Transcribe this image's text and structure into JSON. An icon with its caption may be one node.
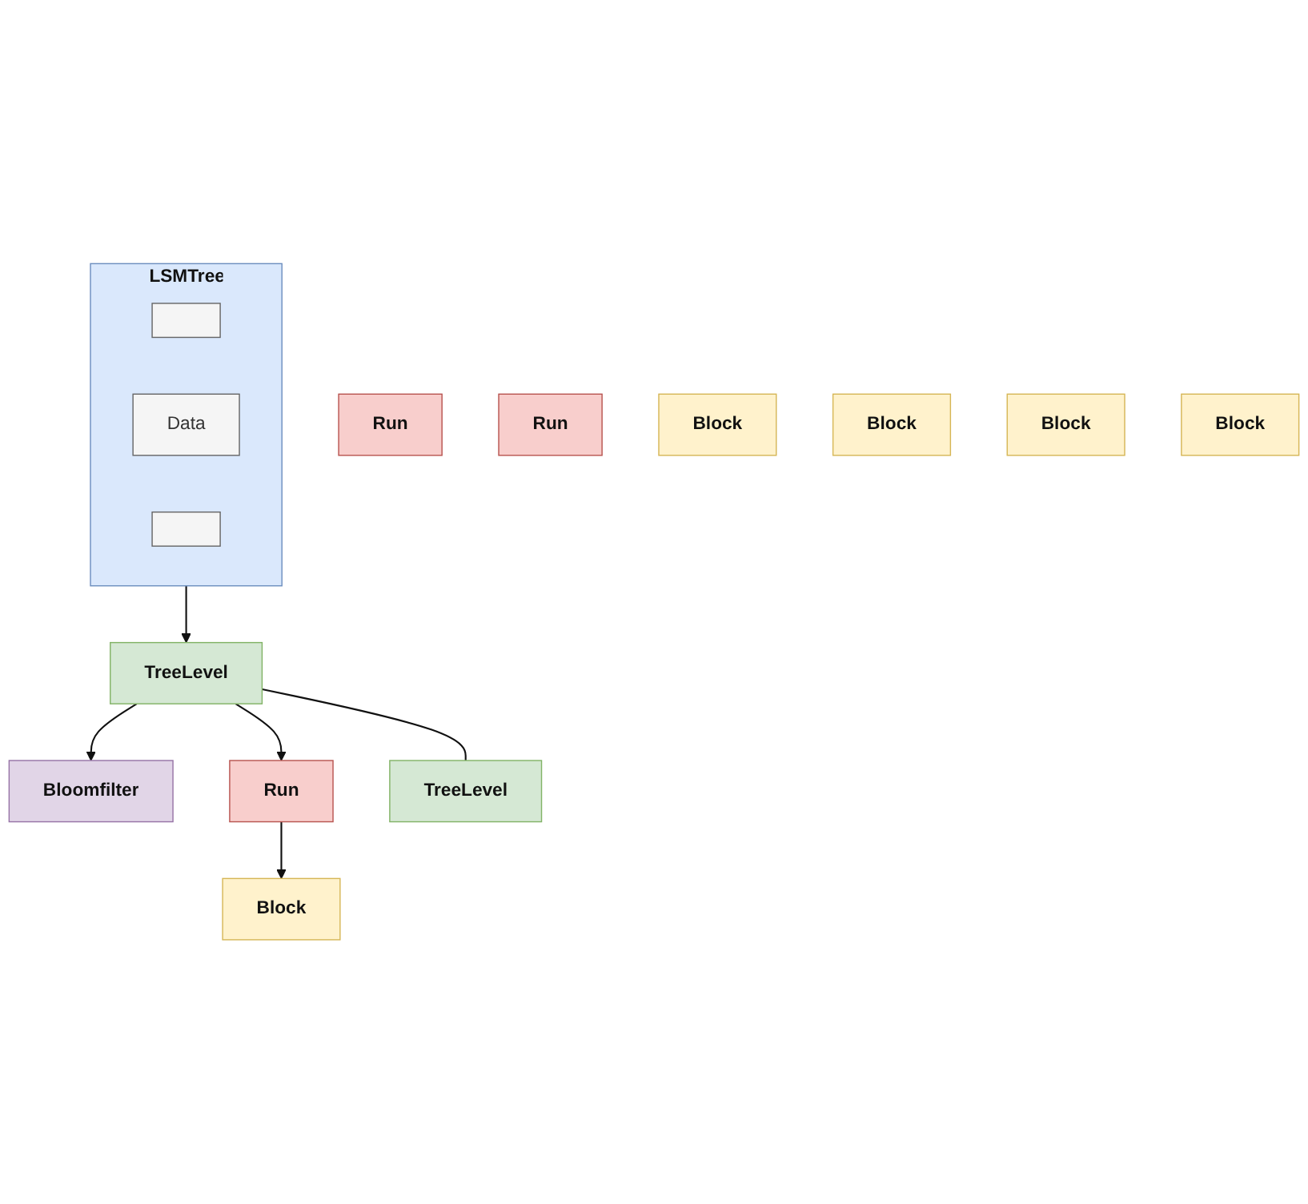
{
  "diagram": {
    "nodes": [
      {
        "text": [
          "LSMTree"
        ]
      },
      {
        "text": [],
        "shape": "box",
        "in": 0
      },
      {
        "text": [
          "Data"
        ],
        "in": 0
      },
      {
        "text": [],
        "shape": "box",
        "in": 0
      },
      {
        "text": [
          "Bloomfilter"
        ]
      },
      {
        "text": [
          "TreeLevel"
        ]
      },
      {
        "text": [
          "Run"
        ]
      },
      {
        "text": [
          "Run"
        ]
      },
      {
        "text": [
          "Run"
        ]
      },
      {
        "text": [
          "Block"
        ]
      },
      {
        "text": [
          "Block"
        ]
      },
      {
        "text": [
          "Block"
        ]
      },
      {
        "text": [
          "Block"
        ]
      },
      {
        "text": [
          "Block"
        ]
      },
      {
        "text": [
          "TreeLevel"
        ]
      }
    ],
    "edges": [
      {
        "from": 0,
        "to": 5,
        "arrow": "to"
      },
      {
        "from": 5,
        "to": 4,
        "arrow": "to"
      },
      {
        "from": 5,
        "to": 6,
        "arrow": "to"
      },
      {
        "from": 6,
        "to": 9,
        "arrow": "to"
      },
      {
        "from": 5,
        "to": 14,
        "arrow": "none"
      }
    ]
  }
}
